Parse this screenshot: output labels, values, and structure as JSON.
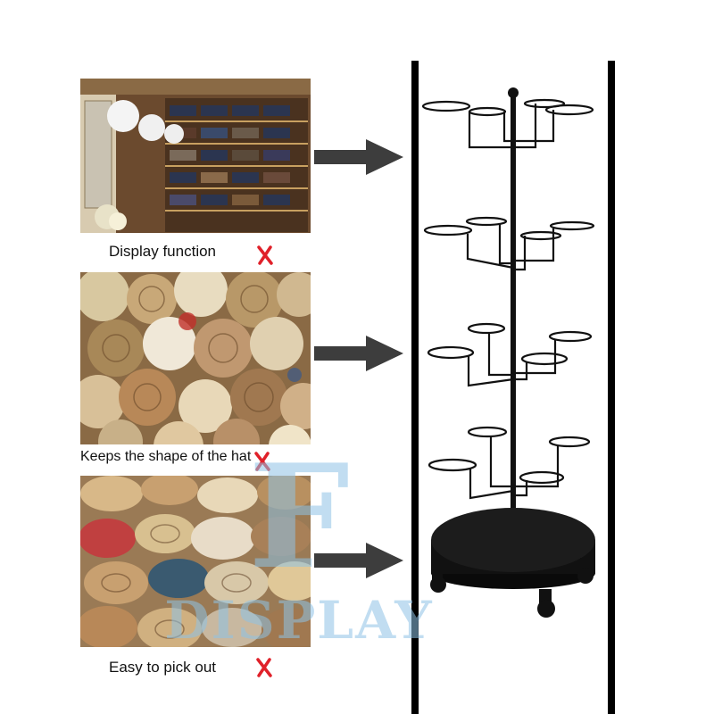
{
  "features": [
    {
      "caption": "Display function",
      "mark": "✗"
    },
    {
      "caption": "Keeps the shape of the hat",
      "mark": "✗"
    },
    {
      "caption": "Easy to pick out",
      "mark": "✗"
    }
  ],
  "watermark": {
    "letter": "F",
    "word": "DISPLAY"
  },
  "colors": {
    "watermark": "#8fc3e6",
    "mark": "#e0212a",
    "arrow": "#3d3d3d",
    "rack": "#111111"
  }
}
